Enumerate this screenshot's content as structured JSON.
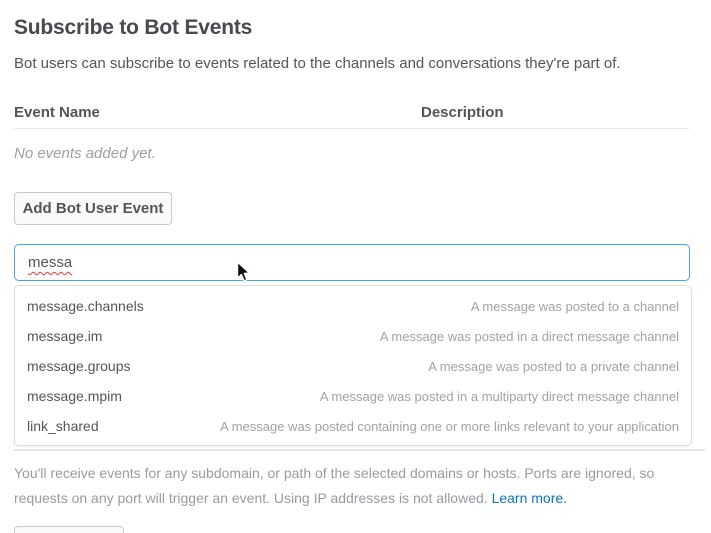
{
  "page": {
    "title": "Subscribe to Bot Events",
    "subtitle": "Bot users can subscribe to events related to the channels and conversations they're part of."
  },
  "events_table": {
    "columns": [
      "Event Name",
      "Description"
    ],
    "empty_message": "No events added yet."
  },
  "actions": {
    "add_bot_user_event_label": "Add Bot User Event"
  },
  "event_search": {
    "value": "messa",
    "suggestions": [
      {
        "name": "message.channels",
        "description": "A message was posted to a channel"
      },
      {
        "name": "message.im",
        "description": "A message was posted in a direct message channel"
      },
      {
        "name": "message.groups",
        "description": "A message was posted to a private channel"
      },
      {
        "name": "message.mpim",
        "description": "A message was posted in a multiparty direct message channel"
      },
      {
        "name": "link_shared",
        "description": "A message was posted containing one or more links relevant to your application"
      }
    ]
  },
  "footer": {
    "note": "You'll receive events for any subdomain, or path of the selected domains or hosts. Ports are ignored, so requests on any port will trigger an event. Using IP addresses is not allowed. ",
    "learn_more_label": "Learn more."
  },
  "colors": {
    "input_focus_blue": "#47a4e0",
    "link_blue": "#0576b9",
    "heading_text": "#4a494f",
    "body_text": "#555459",
    "muted_text": "#9e9ea6",
    "divider": "#e8e8e8",
    "button_border": "#c9c9c9",
    "spellcheck_red": "#e23b3b"
  }
}
